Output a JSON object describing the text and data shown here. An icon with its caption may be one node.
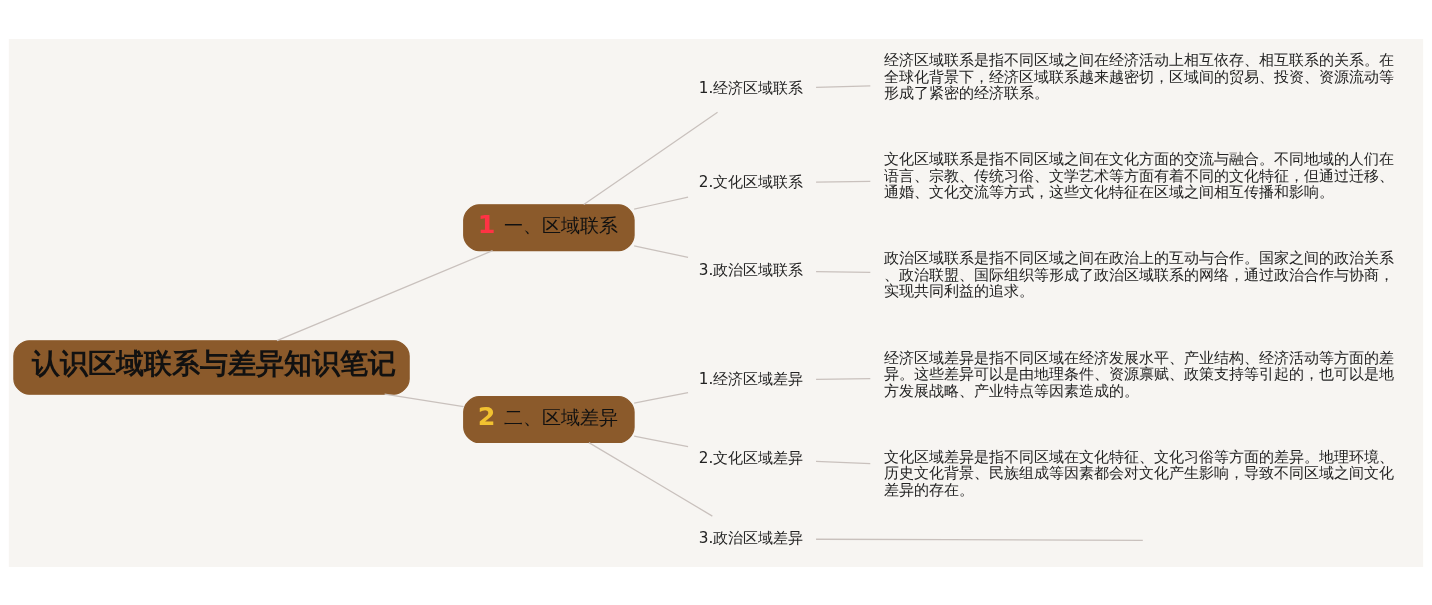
{
  "diagram": {
    "nodes": [
      {
        "text": [
          "认识区域联系与差异知识笔记"
        ]
      },
      {
        "text": [
          "1",
          "一、区域联系"
        ]
      },
      {
        "text": [
          "1.经济区域联系"
        ]
      },
      {
        "text": [
          "经济区域联系是指不同区域之间在经济活动上相互依存、相互联系的关系。在全球化背景下，经济区域联系越来越密切，区域间的贸易、投资、资源流动等形成了紧密的经济联系。"
        ]
      },
      {
        "text": [
          "2.文化区域联系"
        ]
      },
      {
        "text": [
          "文化区域联系是指不同区域之间在文化方面的交流与融合。不同地域的人们在语言、宗教、传统习俗、文学艺术等方面有着不同的文化特征，但通过迁移、通婚、文化交流等方式，这些文化特征在区域之间相互传播和影响。"
        ]
      },
      {
        "text": [
          "3.政治区域联系"
        ]
      },
      {
        "text": [
          "政治区域联系是指不同区域之间在政治上的互动与合作。国家之间的政治关系、政治联盟、国际组织等形成了政治区域联系的网络，通过政治合作与协商，实现共同利益的追求。"
        ]
      },
      {
        "text": [
          "2",
          "二、区域差异"
        ]
      },
      {
        "text": [
          "1.经济区域差异"
        ]
      },
      {
        "text": [
          "经济区域差异是指不同区域在经济发展水平、产业结构、经济活动等方面的差异。这些差异可以是由地理条件、资源禀赋、政策支持等引起的，也可以是地方发展战略、产业特点等因素造成的。"
        ]
      },
      {
        "text": [
          "2.文化区域差异"
        ]
      },
      {
        "text": [
          "文化区域差异是指不同区域在文化特征、文化习俗等方面的差异。地理环境、历史文化背景、民族组成等因素都会对文化产生影响，导致不同区域之间文化差异的存在。"
        ]
      },
      {
        "text": [
          "3.政治区域差异"
        ]
      }
    ],
    "edges": [
      {
        "from": 0,
        "to": 1,
        "arrow": "none"
      },
      {
        "from": 1,
        "to": 2,
        "arrow": "none"
      },
      {
        "from": 2,
        "to": 3,
        "arrow": "none"
      },
      {
        "from": 1,
        "to": 4,
        "arrow": "none"
      },
      {
        "from": 4,
        "to": 5,
        "arrow": "none"
      },
      {
        "from": 1,
        "to": 6,
        "arrow": "none"
      },
      {
        "from": 6,
        "to": 7,
        "arrow": "none"
      },
      {
        "from": 0,
        "to": 8,
        "arrow": "none"
      },
      {
        "from": 8,
        "to": 9,
        "arrow": "none"
      },
      {
        "from": 9,
        "to": 10,
        "arrow": "none"
      },
      {
        "from": 8,
        "to": 11,
        "arrow": "none"
      },
      {
        "from": 11,
        "to": 12,
        "arrow": "none"
      },
      {
        "from": 8,
        "to": 13,
        "arrow": "none"
      },
      {
        "from": 13,
        "to": null,
        "arrow": "none"
      }
    ]
  }
}
